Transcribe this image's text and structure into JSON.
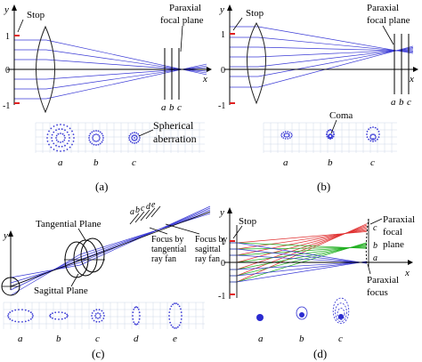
{
  "panels": {
    "a": {
      "caption": "(a)",
      "y_axis": "y",
      "x_axis": "x",
      "tick_1": "1",
      "tick_0": "0",
      "tick_m1": "-1",
      "stop": "Stop",
      "focal_plane_1": "Paraxial",
      "focal_plane_2": "focal plane",
      "plane_labels": [
        "a",
        "b",
        "c"
      ],
      "spot_labels": [
        "a",
        "b",
        "c"
      ],
      "aberration_1": "Spherical",
      "aberration_2": "aberration"
    },
    "b": {
      "caption": "(b)",
      "y_axis": "y",
      "x_axis": "x",
      "tick_1": "1",
      "tick_0": "0",
      "tick_m1": "-1",
      "stop": "Stop",
      "focal_plane_1": "Paraxial",
      "focal_plane_2": "focal plane",
      "plane_labels": [
        "a",
        "b",
        "c"
      ],
      "spot_labels": [
        "a",
        "b",
        "c"
      ],
      "aberration": "Coma"
    },
    "c": {
      "caption": "(c)",
      "y_axis": "y",
      "tangential_plane": "Tangential Plane",
      "sagittal_plane": "Sagittal Plane",
      "plane_labels": [
        "a",
        "b",
        "c",
        "d",
        "e"
      ],
      "focus_tangential": [
        "Focus by",
        "tangential",
        "ray fan"
      ],
      "focus_sagittal": [
        "Focus by",
        "sagittal",
        "ray fan"
      ],
      "spot_labels": [
        "a",
        "b",
        "c",
        "d",
        "e"
      ]
    },
    "d": {
      "caption": "(d)",
      "y_axis": "y",
      "x_axis": "x",
      "tick_1": "1",
      "tick_0": "0",
      "tick_m1": "-1",
      "stop": "Stop",
      "focal_plane_1": "Paraxial",
      "focal_plane_2": "focal",
      "focal_plane_3": "plane",
      "paraxial_focus_1": "Paraxial",
      "paraxial_focus_2": "focus",
      "plane_labels": [
        "c",
        "b",
        "a"
      ],
      "spot_labels": [
        "a",
        "b",
        "c"
      ]
    }
  },
  "colors": {
    "ray_blue": "#3b3bd6",
    "ray_red": "#e03030",
    "ray_green": "#22b022",
    "stop_red": "#e02020",
    "grid": "#cfd8e8"
  }
}
